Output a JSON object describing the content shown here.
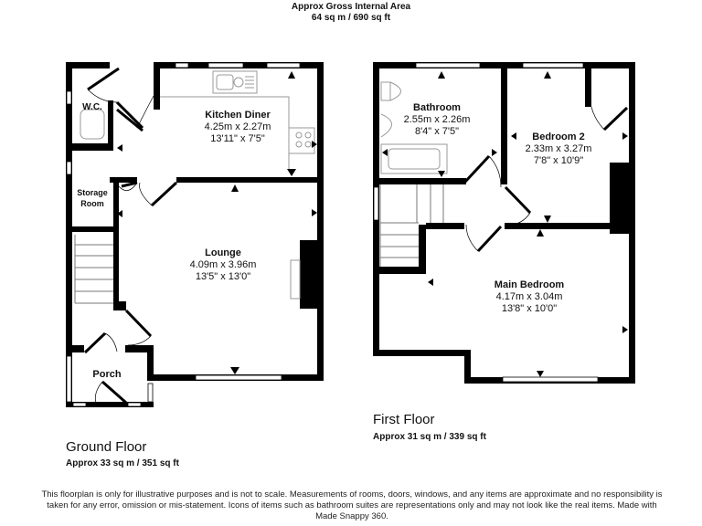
{
  "header": {
    "title": "Approx Gross Internal Area",
    "area": "64 sq m / 690 sq ft"
  },
  "floors": [
    {
      "name": "Ground Floor",
      "area": "Approx 33 sq m / 351 sq ft",
      "rooms": [
        {
          "name": "W.C.",
          "metric": "",
          "imperial": ""
        },
        {
          "name": "Kitchen Diner",
          "metric": "4.25m x 2.27m",
          "imperial": "13'11\" x 7'5\""
        },
        {
          "name": "Storage Room",
          "metric": "",
          "imperial": ""
        },
        {
          "name": "Lounge",
          "metric": "4.09m x 3.96m",
          "imperial": "13'5\" x 13'0\""
        },
        {
          "name": "Porch",
          "metric": "",
          "imperial": ""
        }
      ]
    },
    {
      "name": "First Floor",
      "area": "Approx 31 sq m / 339 sq ft",
      "rooms": [
        {
          "name": "Bathroom",
          "metric": "2.55m x 2.26m",
          "imperial": "8'4\" x 7'5\""
        },
        {
          "name": "Bedroom 2",
          "metric": "2.33m x 3.27m",
          "imperial": "7'8\" x 10'9\""
        },
        {
          "name": "Main Bedroom",
          "metric": "4.17m x 3.04m",
          "imperial": "13'8\" x 10'0\""
        }
      ]
    }
  ],
  "disclaimer": "This floorplan is only for illustrative purposes and is not to scale. Measurements of rooms, doors, windows, and any items are approximate and no responsibility is taken for any error, omission or mis-statement. Icons of items such as bathroom suites are representations only and may not look like the real items. Made with Made Snappy 360.",
  "colors": {
    "wall": "#000000",
    "background": "#ffffff",
    "fixture": "#999999"
  }
}
